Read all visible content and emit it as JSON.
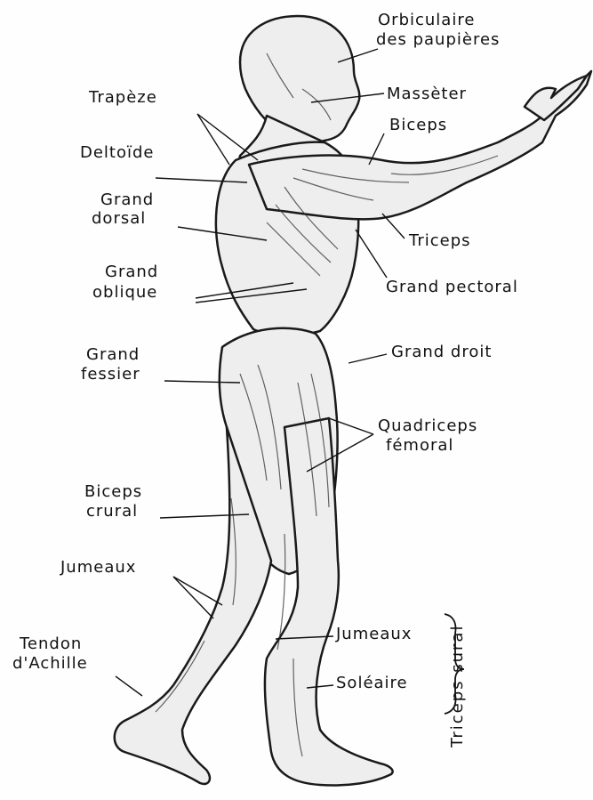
{
  "labels": {
    "orbiculaire_1": "Orbiculaire",
    "orbiculaire_2": "des paupières",
    "trapeze": "Trapèze",
    "masseter": "Massèter",
    "biceps": "Biceps",
    "deltoide": "Deltoïde",
    "grand_dorsal_1": "Grand",
    "grand_dorsal_2": "dorsal",
    "triceps": "Triceps",
    "grand_oblique_1": "Grand",
    "grand_oblique_2": "oblique",
    "grand_pectoral": "Grand pectoral",
    "grand_fessier_1": "Grand",
    "grand_fessier_2": "fessier",
    "grand_droit": "Grand droit",
    "quadriceps_1": "Quadriceps",
    "quadriceps_2": "fémoral",
    "biceps_crural_1": "Biceps",
    "biceps_crural_2": "crural",
    "jumeaux_left": "Jumeaux",
    "tendon_1": "Tendon",
    "tendon_2": "d'Achille",
    "jumeaux_right": "Jumeaux",
    "soleaire": "Soléaire",
    "triceps_sural": "Triceps sural"
  }
}
